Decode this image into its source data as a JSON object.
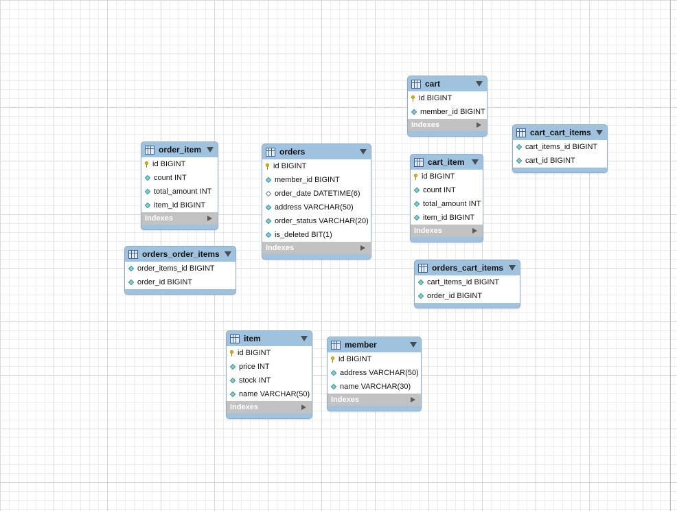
{
  "tables": {
    "cart": {
      "name": "cart",
      "columns": [
        {
          "label": "id BIGINT",
          "kind": "pk"
        },
        {
          "label": "member_id BIGINT",
          "kind": "fk"
        }
      ],
      "indexes_label": "Indexes"
    },
    "cart_cart_items": {
      "name": "cart_cart_items",
      "columns": [
        {
          "label": "cart_items_id BIGINT",
          "kind": "fk"
        },
        {
          "label": "cart_id BIGINT",
          "kind": "fk"
        }
      ]
    },
    "order_item": {
      "name": "order_item",
      "columns": [
        {
          "label": "id BIGINT",
          "kind": "pk"
        },
        {
          "label": "count INT",
          "kind": "fk"
        },
        {
          "label": "total_amount INT",
          "kind": "fk"
        },
        {
          "label": "item_id BIGINT",
          "kind": "fk"
        }
      ],
      "indexes_label": "Indexes"
    },
    "orders": {
      "name": "orders",
      "columns": [
        {
          "label": "id BIGINT",
          "kind": "pk"
        },
        {
          "label": "member_id BIGINT",
          "kind": "fk"
        },
        {
          "label": "order_date DATETIME(6)",
          "kind": "col"
        },
        {
          "label": "address VARCHAR(50)",
          "kind": "fk"
        },
        {
          "label": "order_status VARCHAR(20)",
          "kind": "fk"
        },
        {
          "label": "is_deleted BIT(1)",
          "kind": "fk"
        }
      ],
      "indexes_label": "Indexes"
    },
    "cart_item": {
      "name": "cart_item",
      "columns": [
        {
          "label": "id BIGINT",
          "kind": "pk"
        },
        {
          "label": "count INT",
          "kind": "fk"
        },
        {
          "label": "total_amount INT",
          "kind": "fk"
        },
        {
          "label": "item_id BIGINT",
          "kind": "fk"
        }
      ],
      "indexes_label": "Indexes"
    },
    "orders_order_items": {
      "name": "orders_order_items",
      "columns": [
        {
          "label": "order_items_id BIGINT",
          "kind": "fk"
        },
        {
          "label": "order_id BIGINT",
          "kind": "fk"
        }
      ]
    },
    "orders_cart_items": {
      "name": "orders_cart_items",
      "columns": [
        {
          "label": "cart_items_id BIGINT",
          "kind": "fk"
        },
        {
          "label": "order_id BIGINT",
          "kind": "fk"
        }
      ]
    },
    "item": {
      "name": "item",
      "columns": [
        {
          "label": "id BIGINT",
          "kind": "pk"
        },
        {
          "label": "price INT",
          "kind": "fk"
        },
        {
          "label": "stock INT",
          "kind": "fk"
        },
        {
          "label": "name VARCHAR(50)",
          "kind": "fk"
        }
      ],
      "indexes_label": "Indexes"
    },
    "member": {
      "name": "member",
      "columns": [
        {
          "label": "id BIGINT",
          "kind": "pk"
        },
        {
          "label": "address VARCHAR(50)",
          "kind": "fk"
        },
        {
          "label": "name VARCHAR(30)",
          "kind": "fk"
        }
      ],
      "indexes_label": "Indexes"
    }
  }
}
